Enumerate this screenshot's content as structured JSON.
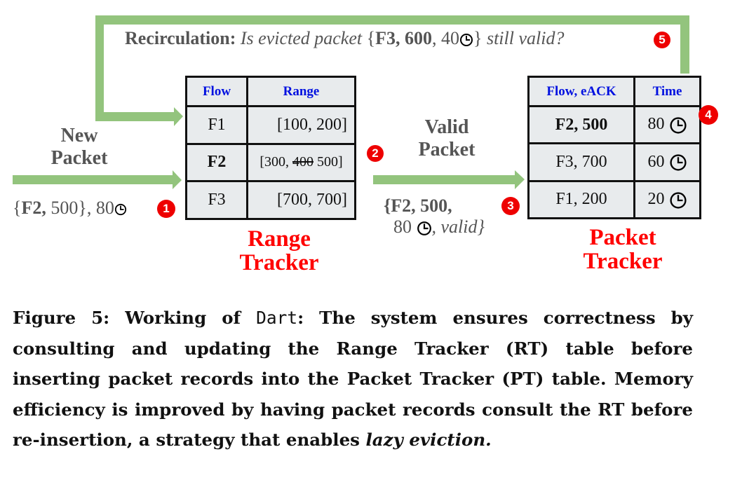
{
  "recirculation": {
    "label": "Recirculation:",
    "question_prefix": "Is evicted packet",
    "packet_open": "{",
    "packet_flow_ack": "F3, 600",
    "packet_sep": ",",
    "packet_time": "40",
    "packet_close": "}",
    "question_suffix": "still valid?",
    "step": "5"
  },
  "new_packet": {
    "label_line1": "New",
    "label_line2": "Packet",
    "open": "{",
    "flow": "F2,",
    "ack": " 500}",
    "time": ", 80",
    "step": "1"
  },
  "range_tracker": {
    "title_line1": "Range",
    "title_line2": "Tracker",
    "headers": [
      "Flow",
      "Range"
    ],
    "rows": [
      {
        "flow": "F1",
        "range": "[100, 200]"
      },
      {
        "flow": "F2",
        "range_prefix": "[300, ",
        "range_struck": "400",
        "range_suffix": " 500]"
      },
      {
        "flow": "F3",
        "range": "[700, 700]"
      }
    ],
    "step": "2"
  },
  "valid_packet": {
    "label_line1": "Valid",
    "label_line2": "Packet",
    "line1": "{F2, 500,",
    "time": "80",
    "valid": ", valid}",
    "step": "3"
  },
  "packet_tracker": {
    "title_line1": "Packet",
    "title_line2": "Tracker",
    "headers": [
      "Flow, eACK",
      "Time"
    ],
    "rows": [
      {
        "flow_eack": "F2, 500",
        "time": "80"
      },
      {
        "flow_eack": "F3, 700",
        "time": "60"
      },
      {
        "flow_eack": "F1, 200",
        "time": "20"
      }
    ],
    "step": "4"
  },
  "caption": {
    "figure_label": "Figure 5: Working of ",
    "system_name": "Dart",
    "text": ": The system ensures correctness by consulting and updating the Range Tracker (RT) table before inserting packet records into the Packet Tracker (PT) table. Memory efficiency is improved by having packet records consult the RT before re-insertion, a strategy that enables ",
    "emphasis": "lazy eviction."
  },
  "colors": {
    "arrow": "#93c47d",
    "accent_red": "#ff0000",
    "header_blue": "#0010e0",
    "cell_bg": "#e8ebed"
  }
}
